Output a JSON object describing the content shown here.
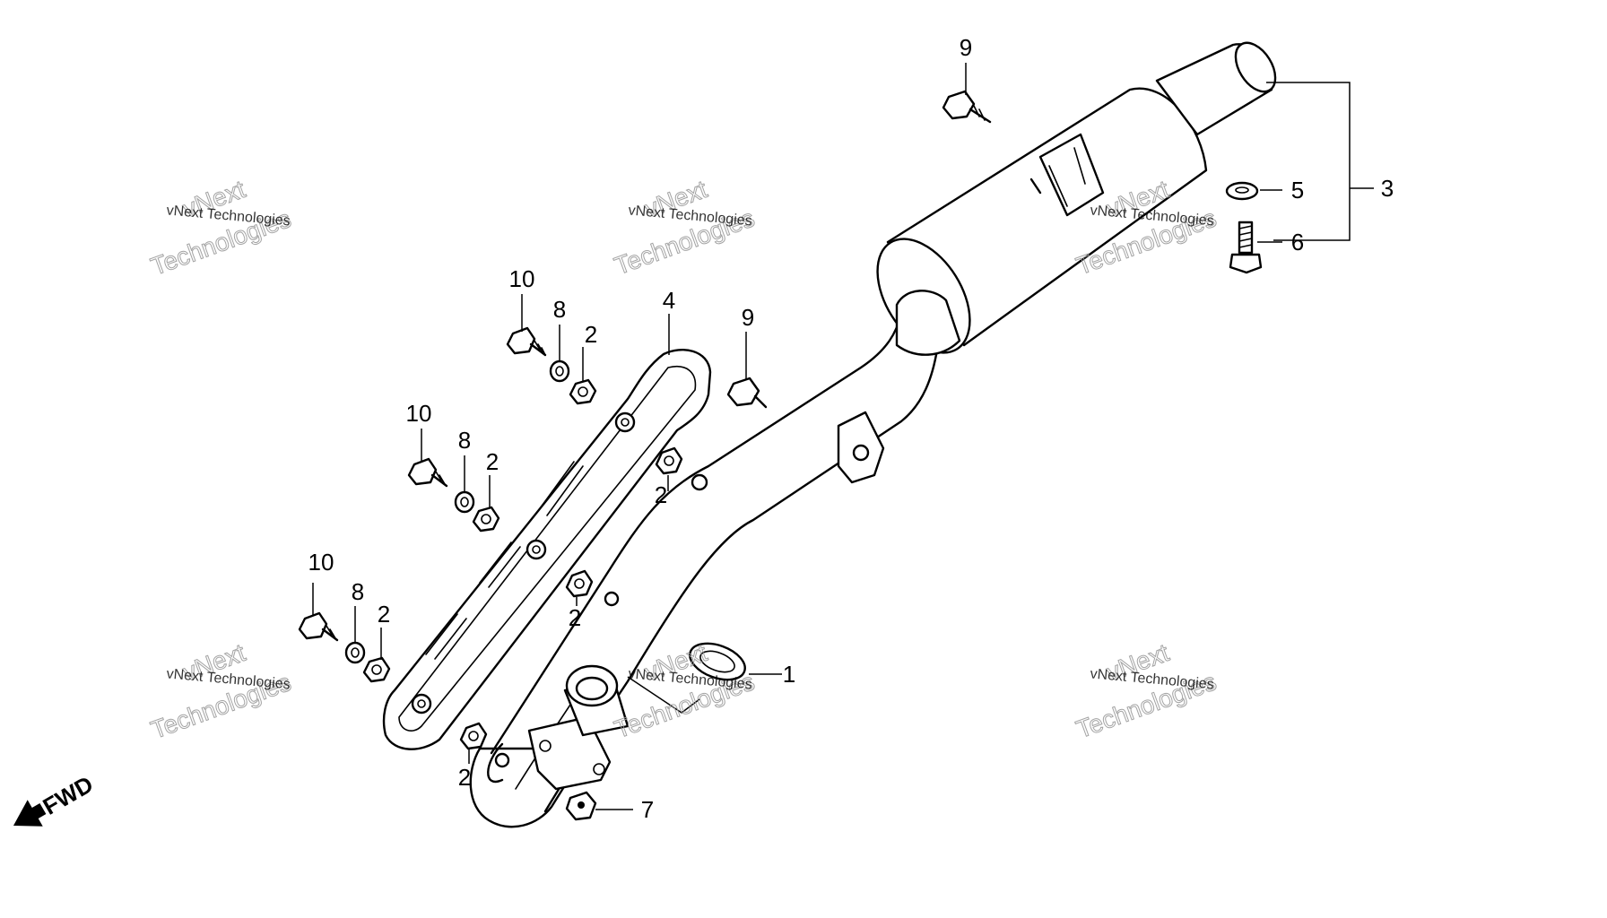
{
  "callouts": {
    "c1": "1",
    "c2a": "2",
    "c2b": "2",
    "c2c": "2",
    "c2d": "2",
    "c2e": "2",
    "c2f": "2",
    "c3": "3",
    "c4": "4",
    "c5": "5",
    "c6": "6",
    "c7": "7",
    "c8a": "8",
    "c8b": "8",
    "c8c": "8",
    "c9a": "9",
    "c9b": "9",
    "c10a": "10",
    "c10b": "10",
    "c10c": "10"
  },
  "forward_label": "FWD",
  "watermark": {
    "small": "vNext Technologies",
    "line1": "vNext",
    "line2": "Technologies"
  }
}
